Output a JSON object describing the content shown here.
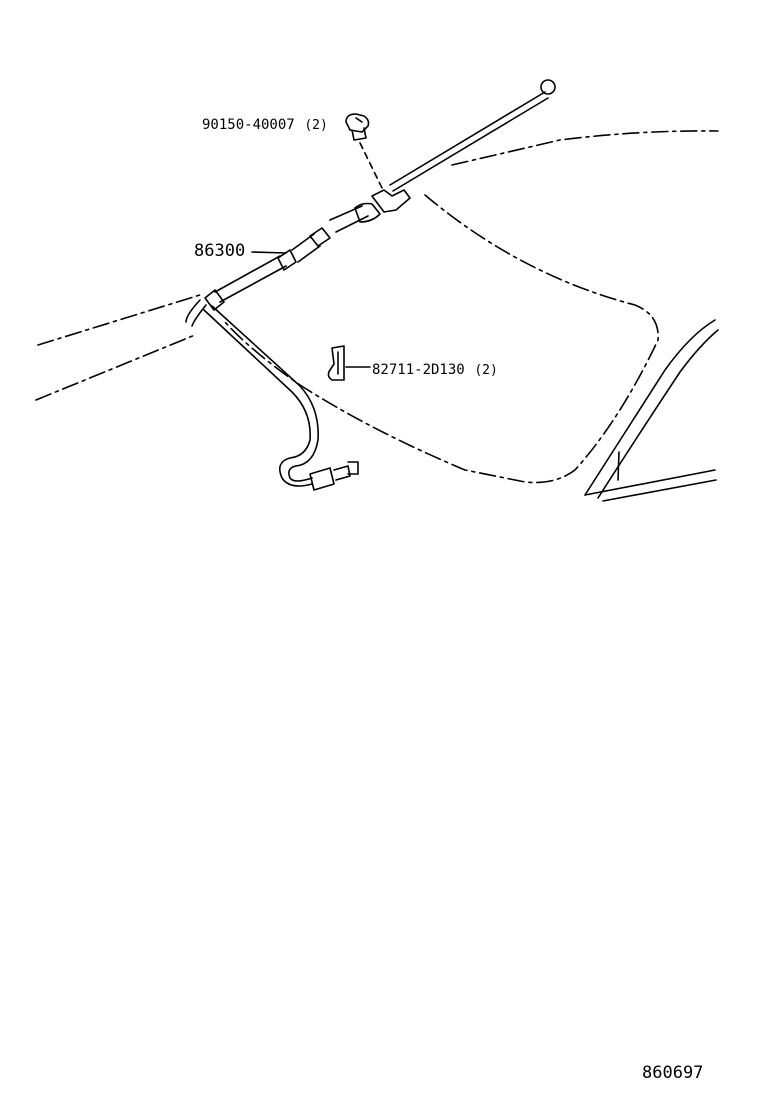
{
  "parts": {
    "bolt": {
      "number": "90150-40007",
      "qty": "(2)"
    },
    "antenna": {
      "number": "86300"
    },
    "clip": {
      "number": "82711-2D130",
      "qty": "(2)"
    }
  },
  "illustration_id": "860697",
  "colors": {
    "line": "#000000",
    "background": "#ffffff"
  }
}
